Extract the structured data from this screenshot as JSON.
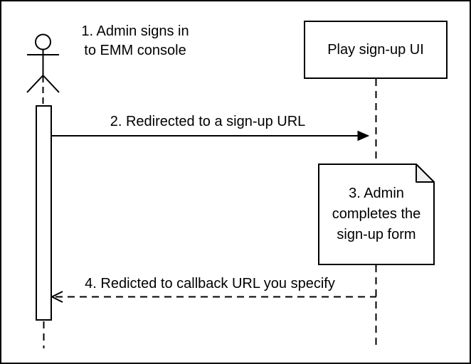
{
  "colors": {
    "stroke": "#000000",
    "text": "#000000",
    "background": "#ffffff",
    "shape_fill": "#ffffff",
    "note_fold_fill": "#f0f0f0"
  },
  "diagram": {
    "type": "sequence-diagram",
    "actor": {
      "label": "1. Admin signs in\nto EMM console"
    },
    "participant": {
      "label": "Play sign-up UI"
    },
    "messages": [
      {
        "step": "2",
        "label": "2. Redirected to a sign-up URL",
        "line_style": "solid",
        "arrowhead": "filled",
        "direction": "actor-to-participant"
      },
      {
        "step": "4",
        "label": "4. Redicted to callback URL you specify",
        "line_style": "dashed",
        "arrowhead": "open",
        "direction": "participant-to-actor"
      }
    ],
    "note": {
      "step": "3",
      "label": "3. Admin\ncompletes the\nsign-up form"
    }
  }
}
